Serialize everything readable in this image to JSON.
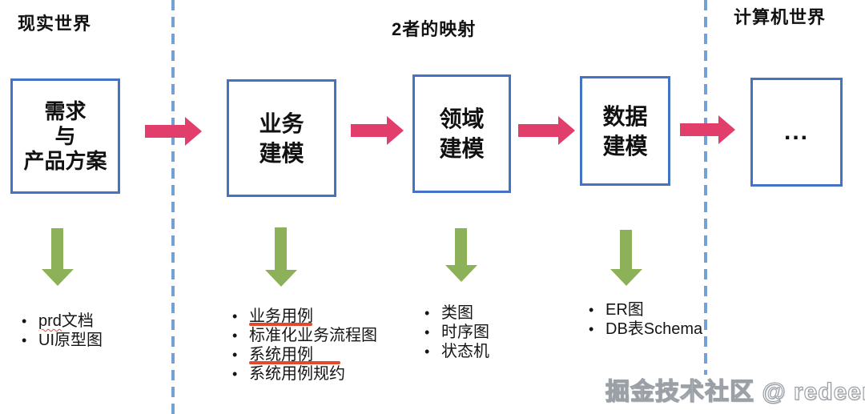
{
  "region_labels": {
    "real_world": "现实世界",
    "mapping": "2者的映射",
    "computer_world": "计算机世界"
  },
  "colors": {
    "box_border": "#4472c4",
    "divider": "#74a1d4",
    "flow_arrow": "#e23e6c",
    "down_arrow": "#8db158",
    "red_underline": "#e4492d",
    "text": "#111111",
    "watermark_fill": "#ffffff",
    "watermark_outline": "#9aa0a6"
  },
  "boxes": [
    {
      "name": "requirements",
      "lines": [
        "需求",
        "与",
        "产品方案"
      ]
    },
    {
      "name": "business-modeling",
      "lines": [
        "业务",
        "建模"
      ]
    },
    {
      "name": "domain-modeling",
      "lines": [
        "领域",
        "建模"
      ]
    },
    {
      "name": "data-modeling",
      "lines": [
        "数据",
        "建模"
      ]
    },
    {
      "name": "ellipsis",
      "lines": [
        "..."
      ]
    }
  ],
  "artifact_lists": [
    {
      "for_box": "requirements",
      "items": [
        {
          "text": "prd文档",
          "wavy_prefix": "prd"
        },
        {
          "text": "UI原型图"
        }
      ]
    },
    {
      "for_box": "business-modeling",
      "items": [
        {
          "text": "业务用例",
          "underline_w": 79
        },
        {
          "text": "标准化业务流程图"
        },
        {
          "text": "系统用例",
          "underline_w": 114
        },
        {
          "text": "系统用例规约"
        }
      ]
    },
    {
      "for_box": "domain-modeling",
      "items": [
        {
          "text": "类图"
        },
        {
          "text": "时序图"
        },
        {
          "text": "状态机"
        }
      ]
    },
    {
      "for_box": "data-modeling",
      "items": [
        {
          "text": "ER图"
        },
        {
          "text": "DB表Schema"
        }
      ]
    }
  ],
  "watermark": "掘金技术社区 @ redeemer"
}
